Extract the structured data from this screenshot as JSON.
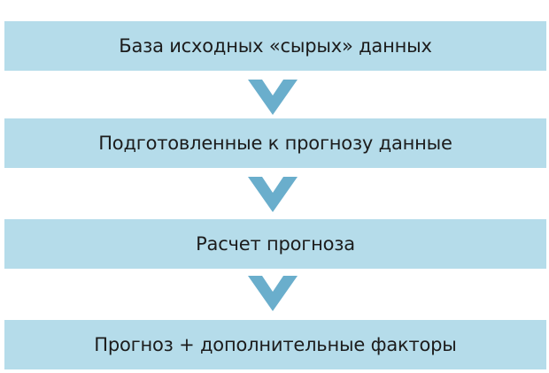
{
  "flow": {
    "steps": [
      {
        "label": "База исходных «сырых» данных"
      },
      {
        "label": "Подготовленные к прогнозу данные"
      },
      {
        "label": "Расчет прогноза"
      },
      {
        "label": "Прогноз + дополнительные факторы"
      }
    ]
  },
  "colors": {
    "box_fill": "#b5dcea",
    "arrow_fill": "#6aaecc",
    "text": "#1c1c1c"
  },
  "icons": {
    "arrow": "chevron-down-icon"
  }
}
